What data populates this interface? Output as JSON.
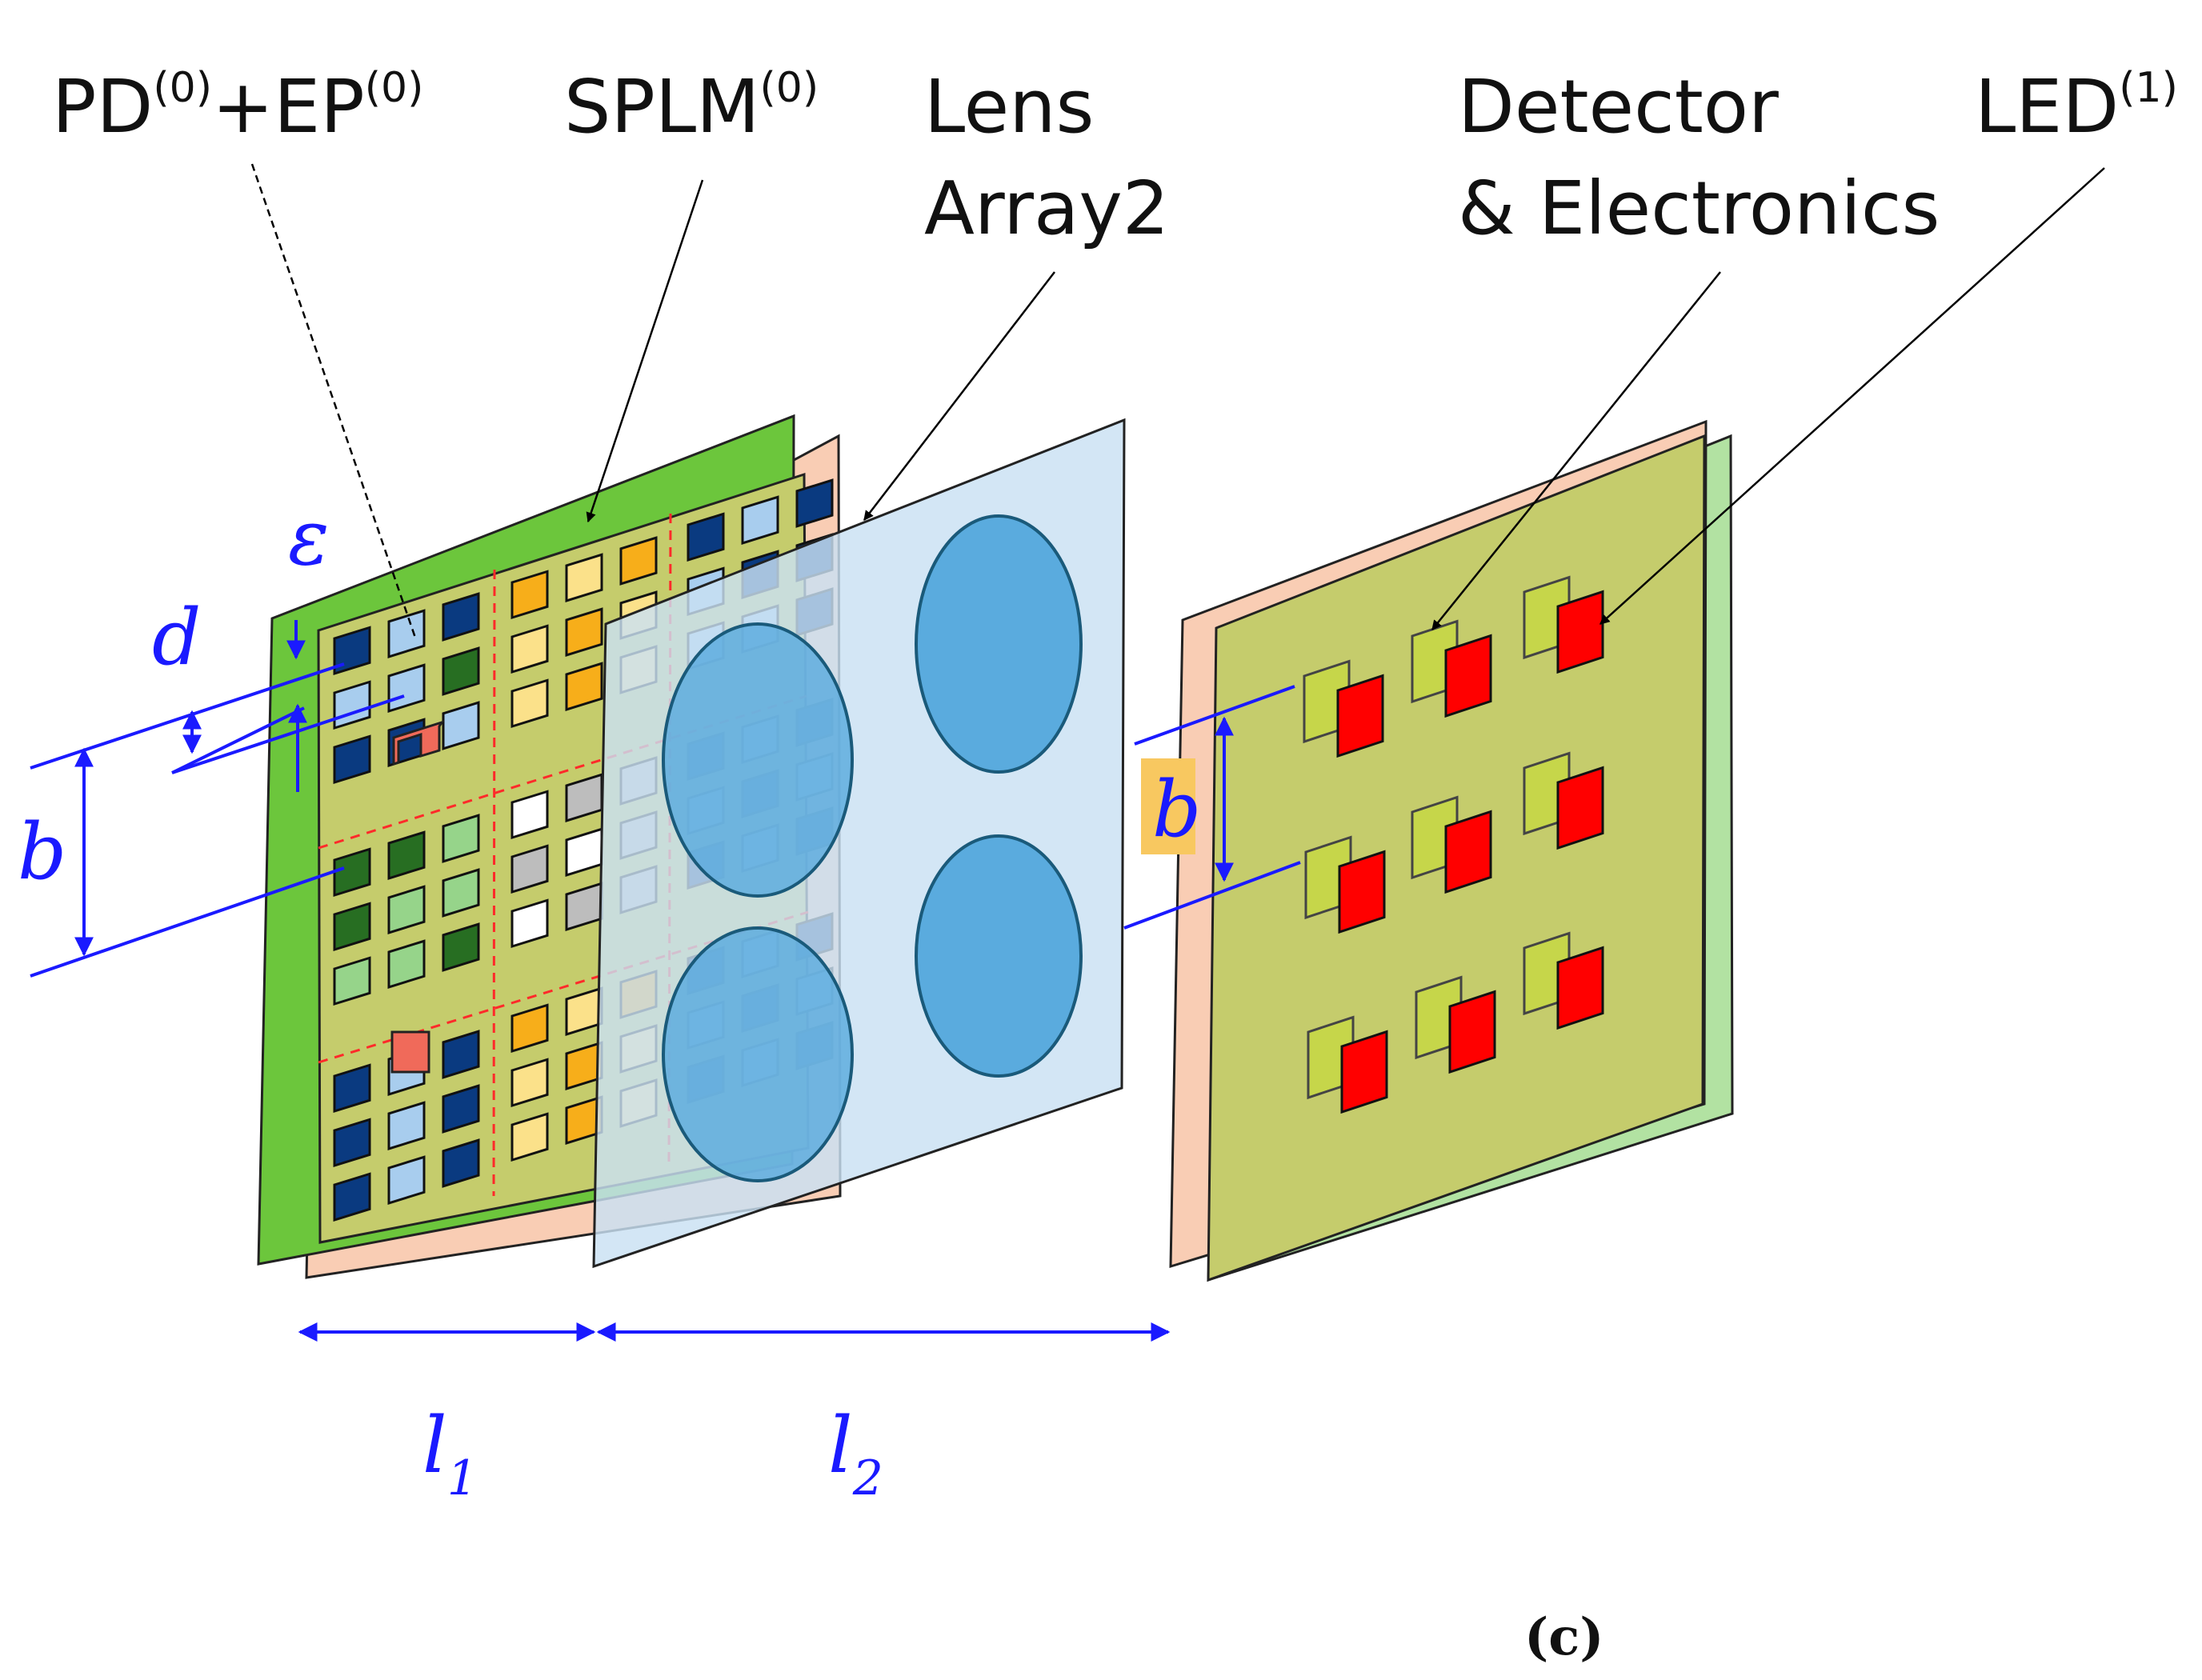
{
  "labels": {
    "pd": "PD",
    "pd_sup": "(0)",
    "plus": "+",
    "ep": "EP",
    "ep_sup": "(0)",
    "splm": "SPLM",
    "splm_sup": "(0)",
    "lens_line1": "Lens",
    "lens_line2": "Array2",
    "det_line1": "Detector",
    "det_line2": "& Electronics",
    "led": "LED",
    "led_sup": "(1)"
  },
  "symbols": {
    "epsilon": "ε",
    "d": "d",
    "b_left": "b",
    "b_right": "b",
    "l": "l",
    "l1_sub": "1",
    "l2_sub": "2"
  },
  "caption": "(c)",
  "colors": {
    "dimension": "#1a1aff",
    "green_plate": "#6cc63c",
    "peach_plate": "#f9cdb4",
    "olive_board": "#c5cc6c",
    "lens_sheet": "#c9e1f3",
    "lens_disc": "#5aabde",
    "led": "#ff0000",
    "detector": "#c6d64a",
    "light_green_plate": "#b2e2a2",
    "highlight": "#f8c860"
  }
}
